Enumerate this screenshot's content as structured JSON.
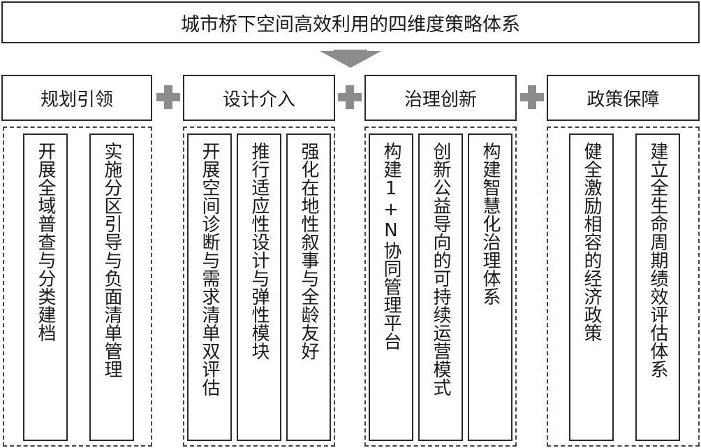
{
  "title": "城市桥下空间高效利用的四维度策略体系",
  "dimensions": [
    {
      "label": "规划引领",
      "strategies": [
        "开展全域普查与分类建档",
        "实施分区引导与负面清单管理"
      ]
    },
    {
      "label": "设计介入",
      "strategies": [
        "开展空间诊断与需求清单双评估",
        "推行适应性设计与弹性模块",
        "强化在地性叙事与全龄友好"
      ]
    },
    {
      "label": "治理创新",
      "strategies": [
        "构建1+N协同管理平台",
        "创新公益导向的可持续运营模式",
        "构建智慧化治理体系"
      ]
    },
    {
      "label": "政策保障",
      "strategies": [
        "健全激励相容的经济政策",
        "建立全生命周期绩效评估体系"
      ]
    }
  ],
  "icons": {
    "arrow": "down-arrow-icon",
    "plus": "plus-icon"
  },
  "colors": {
    "border": "#2b2b2b",
    "connector": "#8c8c8c"
  }
}
